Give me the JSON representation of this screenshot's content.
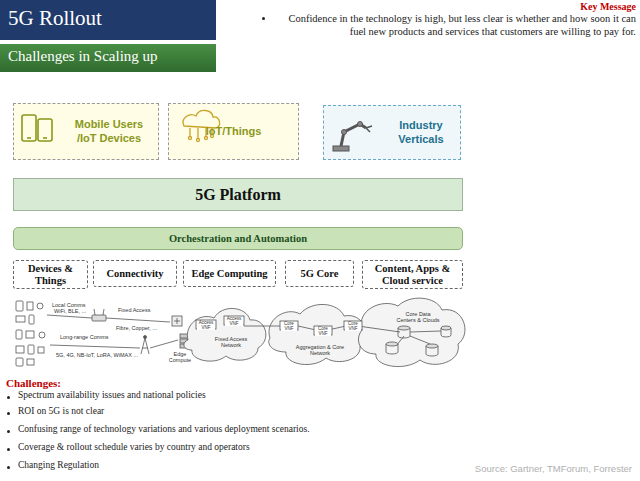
{
  "diagram": {
    "title": "5G Rollout",
    "nodes": [
      {
        "text": [
          "Mobile Users /IoT Devices"
        ]
      },
      {
        "text": [
          "IoT/Things"
        ]
      },
      {
        "text": [
          "Industry Verticals"
        ]
      },
      {
        "text": [
          "5G Platform"
        ]
      },
      {
        "text": [
          "Orchestration and Automation"
        ]
      },
      {
        "text": [
          "Devices & Things"
        ]
      },
      {
        "text": [
          "Connectivity"
        ]
      },
      {
        "text": [
          "Edge Computing"
        ]
      },
      {
        "text": [
          "5G Core"
        ]
      },
      {
        "text": [
          "Content, Apps & Cloud service"
        ]
      }
    ],
    "labels": [
      "Challenges in Scaling up",
      "Key Message",
      "Confidence in the technology is high, but less clear is whether and how soon it can fuel new products and services that customers are willing to pay for.",
      "Local Comms",
      "WiFi, BLE, ...",
      "Fixed Access",
      "Fibre, Copper, ...",
      "Long-range Comms",
      "5G, 4G, NB-IoT, LoRA, WiMAX ...",
      "Edge Compute",
      "Access VNF",
      "Access VNF",
      "Fixed Access Network",
      "Core VNF",
      "Core VNF",
      "Core VNF",
      "Aggregation & Core Network",
      "Core Data Centers & Clouds",
      "Challenges:",
      "Spectrum availability issues and national policies",
      "ROI on 5G is not clear",
      "Confusing range of technology variations and various deployment scenarios.",
      "Coverage & rollout schedule varies by country and operators",
      "Changing Regulation",
      "Source: Gartner, TMForum, Forrester"
    ]
  }
}
